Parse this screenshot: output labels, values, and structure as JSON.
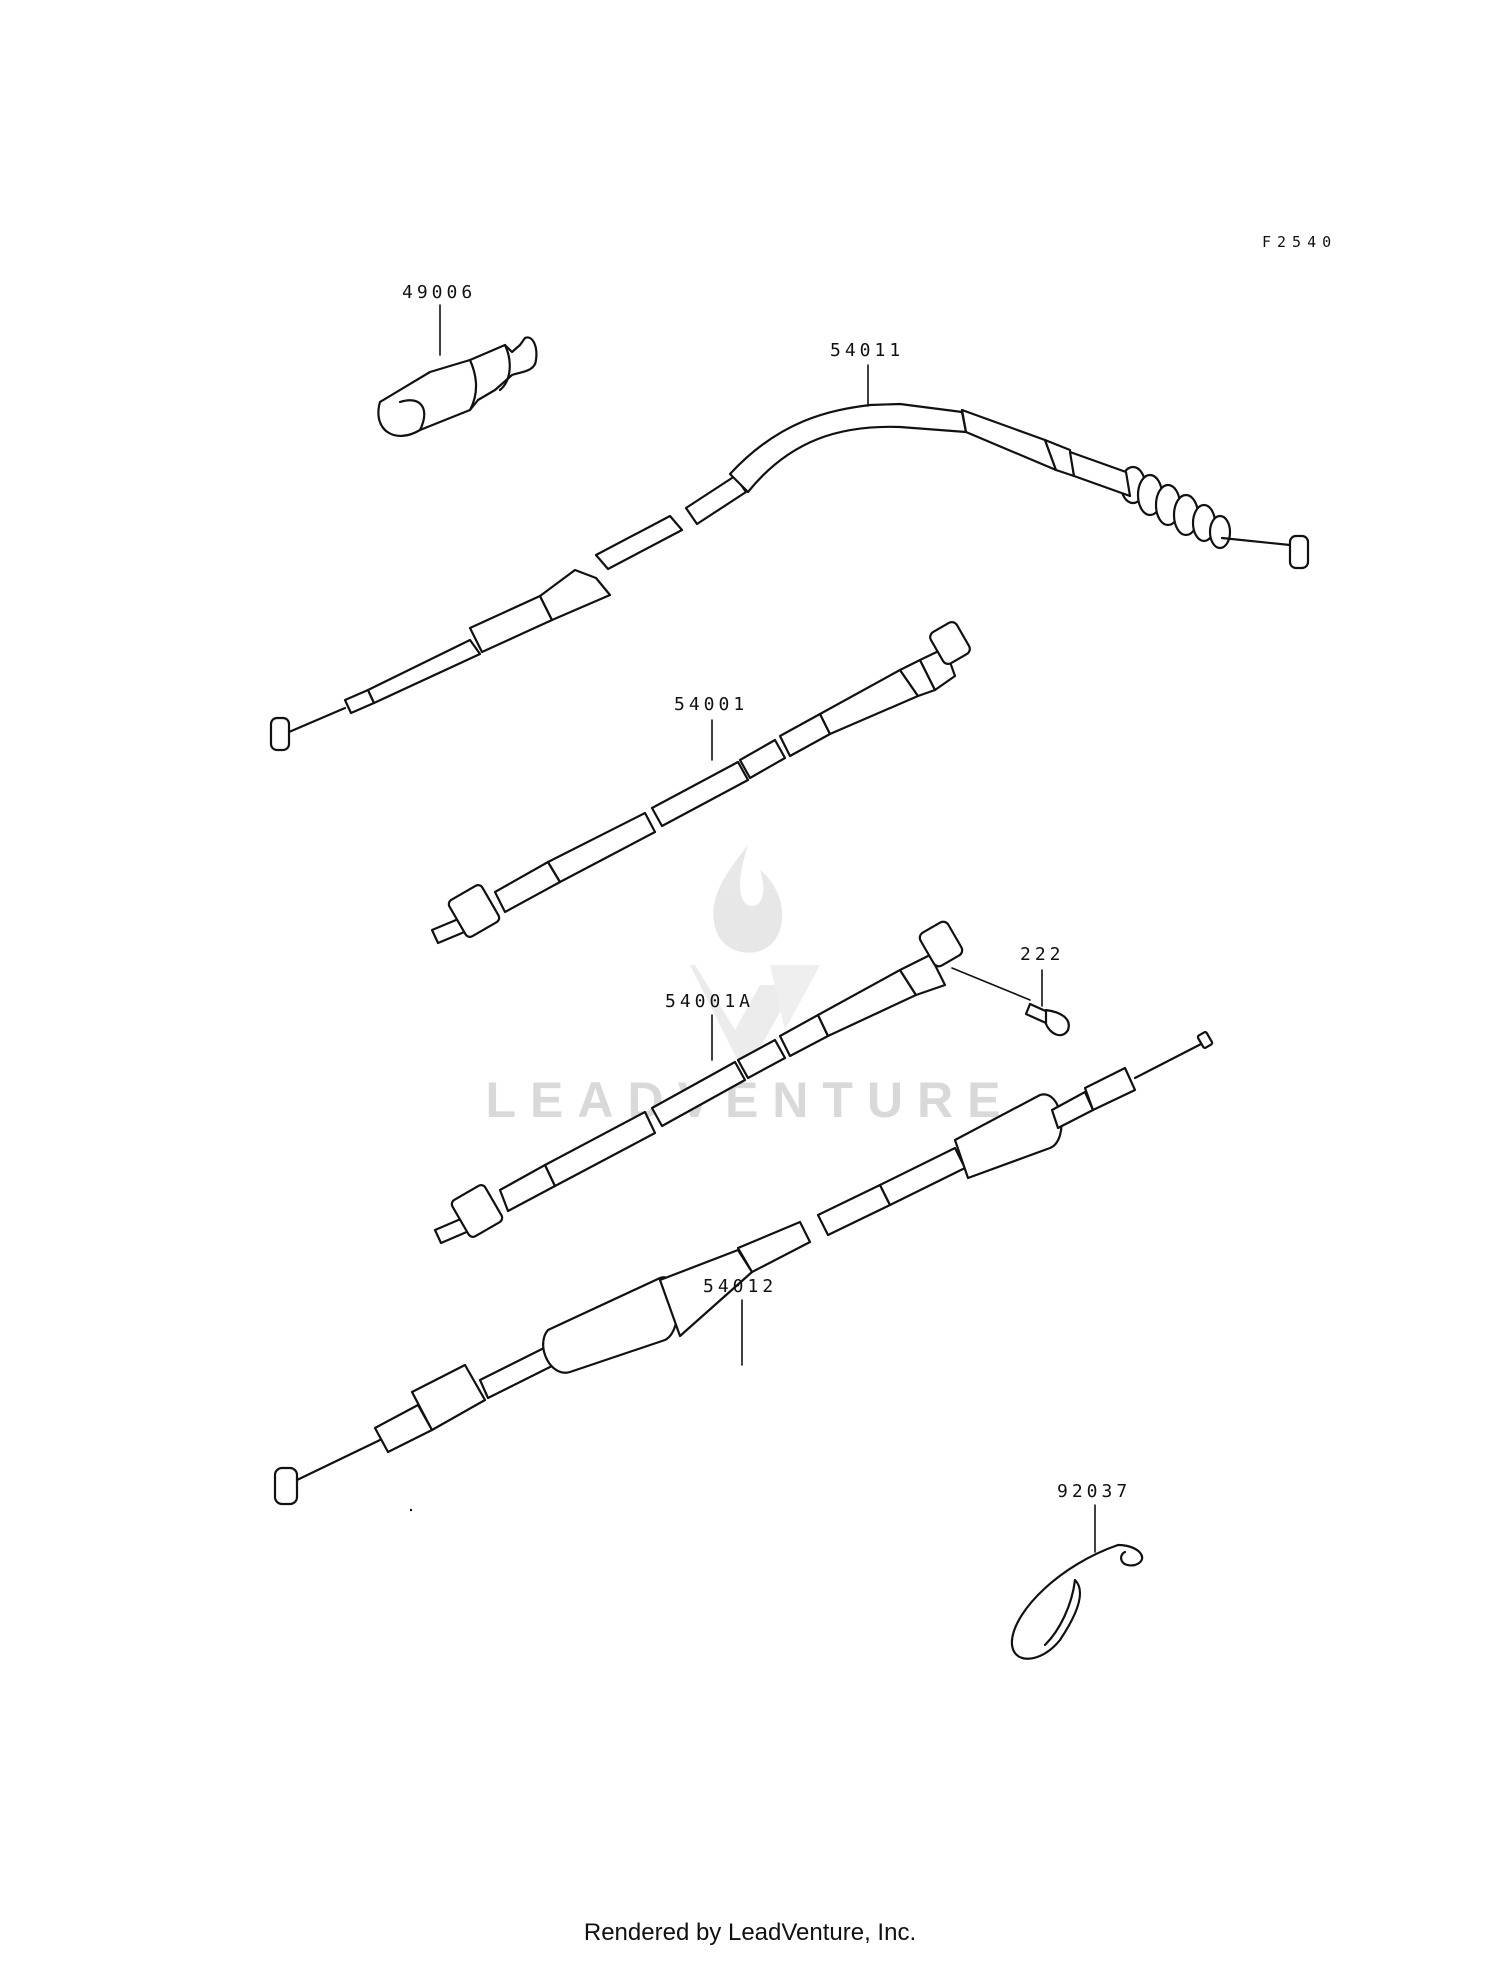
{
  "figure": {
    "code": "F2540"
  },
  "parts": [
    {
      "id": "part-49006",
      "number": "49006"
    },
    {
      "id": "part-54011",
      "number": "54011"
    },
    {
      "id": "part-54001",
      "number": "54001"
    },
    {
      "id": "part-54001A",
      "number": "54001A"
    },
    {
      "id": "part-222",
      "number": "222"
    },
    {
      "id": "part-54012",
      "number": "54012"
    },
    {
      "id": "part-92037",
      "number": "92037"
    }
  ],
  "watermark": {
    "text": "LEADVENTURE"
  },
  "footer": {
    "text": "Rendered by LeadVenture, Inc."
  }
}
